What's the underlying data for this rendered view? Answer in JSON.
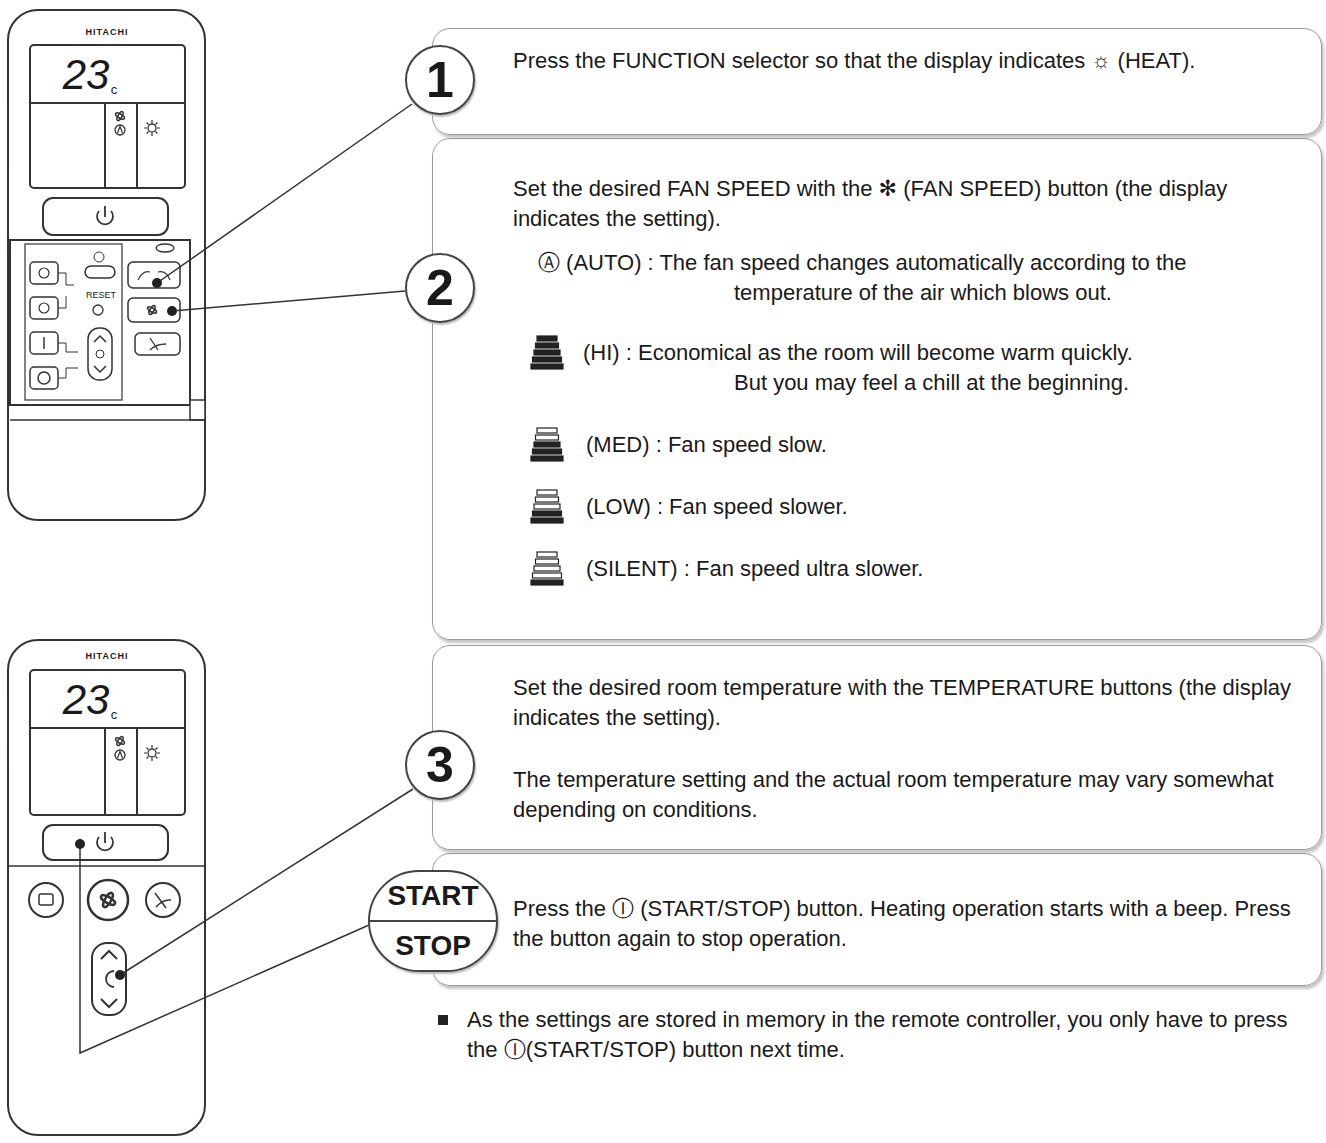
{
  "diagram": {
    "nodes": [
      {
        "text": [
          "1"
        ]
      },
      {
        "text": [
          "Press the FUNCTION selector so that the display indicates ☼ (HEAT)."
        ]
      },
      {
        "text": [
          "2"
        ]
      },
      {
        "text": [
          "Set the desired FAN SPEED with the ✻ (FAN SPEED) button (the display indicates the setting).",
          "Ⓐ (AUTO) : The fan speed changes automatically according to the temperature of the air which blows out.",
          "(HI) : Economical as the room will become warm quickly.",
          "But you may feel a chill at the beginning.",
          "(MED) : Fan speed slow.",
          "(LOW) : Fan speed slower.",
          "(SILENT) : Fan speed ultra slower."
        ]
      },
      {
        "text": [
          "3"
        ]
      },
      {
        "text": [
          "Set the desired room temperature with the TEMPERATURE buttons (the display indicates the setting).",
          "The temperature setting and the actual room temperature may vary somewhat depending on conditions."
        ]
      },
      {
        "text": [
          "START",
          "STOP"
        ]
      },
      {
        "text": [
          "Press the Ⓘ (START/STOP) button. Heating operation starts with a beep. Press the button again to stop operation."
        ]
      }
    ],
    "labels": [
      "HITACHI",
      "23",
      "c",
      "RESET",
      "HITACHI",
      "23",
      "c",
      "As the settings are stored in memory in the remote controller, you only have to press the Ⓘ(START/STOP) button next time."
    ]
  }
}
